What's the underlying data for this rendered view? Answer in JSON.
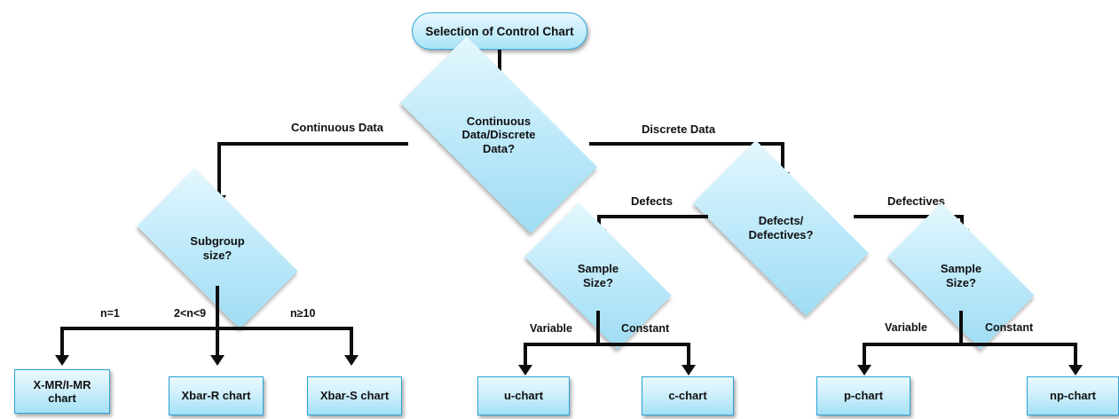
{
  "diagram": {
    "title": "Selection of Control Chart",
    "type": "flowchart",
    "accent_border": "#2aa3d8",
    "fill_light": "#e8f8fd",
    "fill_dark": "#a4e1f6",
    "line_color": "#0d0d0d"
  },
  "nodes": {
    "start": {
      "label": "Selection of Control Chart",
      "shape": "terminator"
    },
    "d_data_type": {
      "label_line1": "Continuous",
      "label_line2": "Data/Discrete",
      "label_line3": "Data?",
      "shape": "decision"
    },
    "d_subgroup": {
      "label_line1": "Subgroup",
      "label_line2": "size?",
      "shape": "decision"
    },
    "d_defects": {
      "label_line1": "Defects/",
      "label_line2": "Defectives?",
      "shape": "decision"
    },
    "d_sample_left": {
      "label_line1": "Sample",
      "label_line2": "Size?",
      "shape": "decision"
    },
    "d_sample_right": {
      "label_line1": "Sample",
      "label_line2": "Size?",
      "shape": "decision"
    },
    "r_xmr": {
      "label_line1": "X-MR/I-MR",
      "label_line2": "chart",
      "shape": "process"
    },
    "r_xbar_r": {
      "label": "Xbar-R chart",
      "shape": "process"
    },
    "r_xbar_s": {
      "label": "Xbar-S chart",
      "shape": "process"
    },
    "r_u": {
      "label": "u-chart",
      "shape": "process"
    },
    "r_c": {
      "label": "c-chart",
      "shape": "process"
    },
    "r_p": {
      "label": "p-chart",
      "shape": "process"
    },
    "r_np": {
      "label": "np-chart",
      "shape": "process"
    }
  },
  "edges": {
    "continuous": "Continuous Data",
    "discrete": "Discrete Data",
    "n_eq_1": "n=1",
    "n_2_to_9": "2<n<9",
    "n_ge_10": "n≥10",
    "defects": "Defects",
    "defectives": "Defectives",
    "variable_left": "Variable",
    "constant_left": "Constant",
    "variable_right": "Variable",
    "constant_right": "Constant"
  }
}
